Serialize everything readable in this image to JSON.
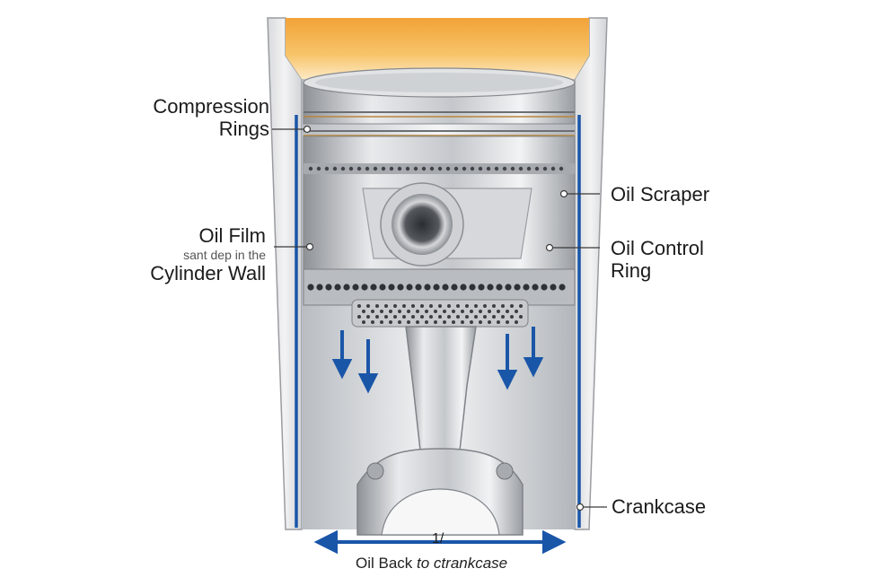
{
  "labels": {
    "compression_rings_line1": "Compression",
    "compression_rings_line2": "Rings",
    "oil_film": "Oil Film",
    "oil_film_sub": "sant dep in the",
    "cylinder_wall": "Cylinder Wall",
    "oil_scraper": "Oil Scraper",
    "oil_control_line1": "Oil Control",
    "oil_control_line2": "Ring",
    "crankcase": "Crankcase",
    "bottom_mark": "1/",
    "bottom_caption_a": "Oil Back",
    "bottom_caption_b": "to ctrankcase"
  },
  "colors": {
    "oil_blue": "#1a56a8",
    "combustion_orange": "#f0a23a",
    "metal": "#c9ccd0",
    "wall": "#e6e7e9"
  }
}
